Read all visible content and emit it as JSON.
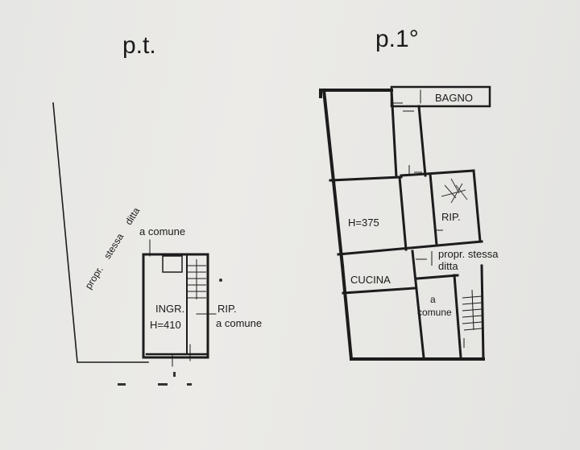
{
  "ground_floor": {
    "title": "p.t.",
    "side_note": "propr. stessa ditta",
    "side_note_line1": "propr.",
    "side_note_line2": "stessa",
    "side_note_line3": "ditta",
    "top_note": "a comune",
    "room_name": "INGR.",
    "room_height": "H=410",
    "rip_label": "RIP.",
    "rip_note": "a comune"
  },
  "first_floor": {
    "title": "p.1°",
    "bathroom": "BAGNO",
    "room_height": "H=375",
    "rip_label": "RIP.",
    "propr_line1": "propr. stessa",
    "propr_line2": "ditta",
    "kitchen": "CUCINA",
    "comune_line1": "a",
    "comune_line2": "comune"
  }
}
